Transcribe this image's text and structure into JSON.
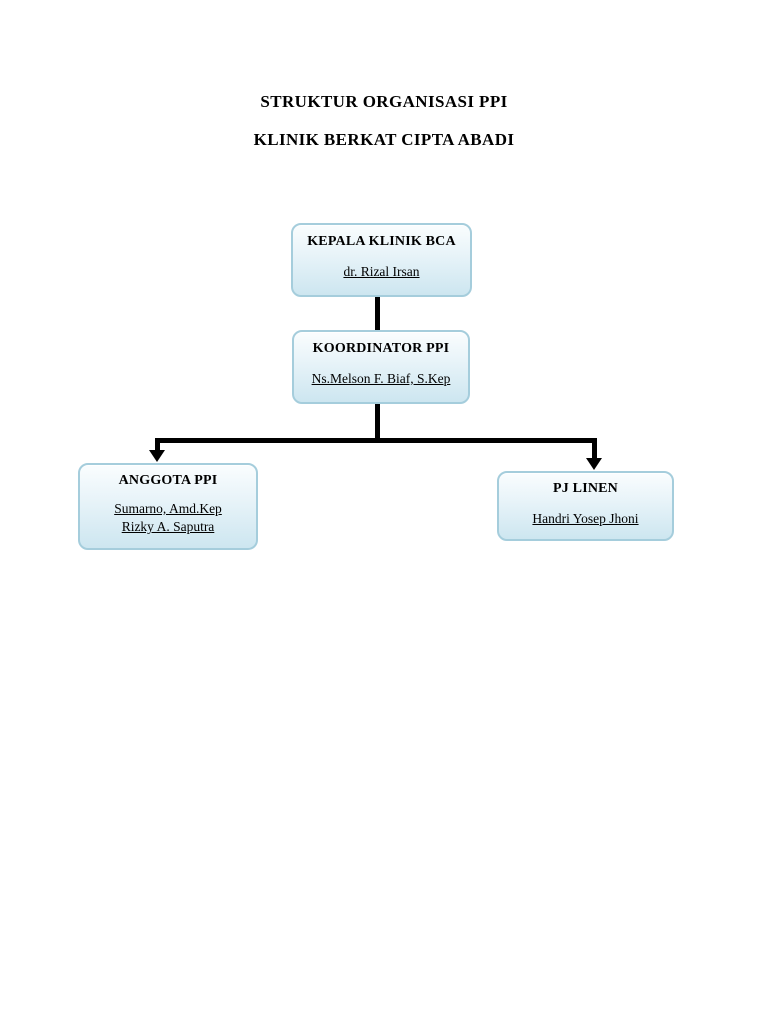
{
  "page": {
    "title_line1": "STRUKTUR ORGANISASI PPI",
    "title_line2": "KLINIK BERKAT CIPTA ABADI"
  },
  "org_chart": {
    "type": "org-tree",
    "nodes": [
      {
        "id": "kepala",
        "title": "KEPALA KLINIK BCA",
        "members": [
          "dr. Rizal Irsan"
        ]
      },
      {
        "id": "koordinator",
        "title": "KOORDINATOR PPI",
        "members": [
          "Ns.Melson F. Biaf, S.Kep"
        ]
      },
      {
        "id": "anggota",
        "title": "ANGGOTA PPI",
        "members": [
          "Sumarno, Amd.Kep",
          "Rizky A. Saputra"
        ]
      },
      {
        "id": "pj_linen",
        "title": "PJ LINEN",
        "members": [
          "Handri Yosep Jhoni"
        ]
      }
    ],
    "edges": [
      {
        "from": "KEPALA KLINIK BCA",
        "to": "KOORDINATOR PPI"
      },
      {
        "from": "KOORDINATOR PPI",
        "to": "ANGGOTA PPI"
      },
      {
        "from": "KOORDINATOR PPI",
        "to": "PJ LINEN"
      }
    ],
    "colors": {
      "box_fill_top": "#fafdfe",
      "box_fill_bottom": "#cde6f0",
      "box_border": "#a5cddc",
      "connector": "#000000",
      "text": "#000000",
      "page_background": "#ffffff"
    }
  }
}
